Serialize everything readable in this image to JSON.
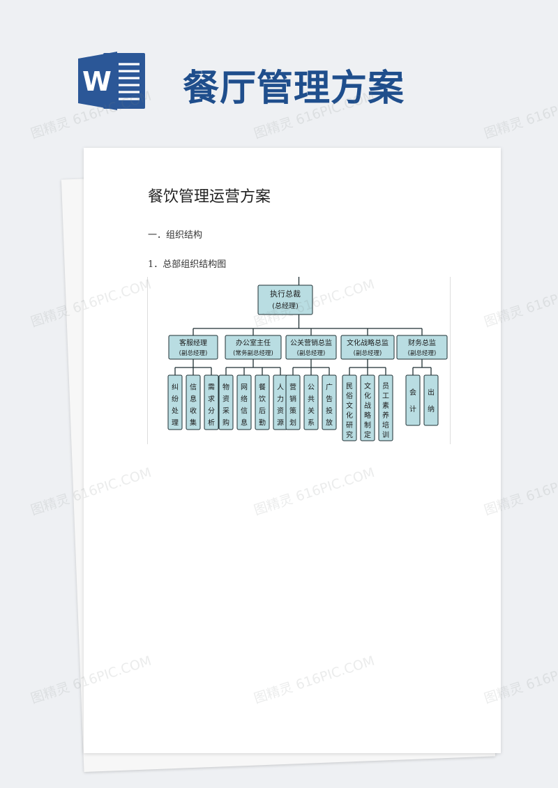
{
  "header": {
    "logo_icon": "word-document-icon",
    "logo_letter": "W",
    "title": "餐厅管理方案"
  },
  "document": {
    "heading": "餐饮管理运营方案",
    "section_1": "一．组织结构",
    "subsection_1": "1．总部组织结构图"
  },
  "org_chart": {
    "root": {
      "title": "执行总裁",
      "subtitle": "(总经理)"
    },
    "departments": [
      {
        "title": "客服经理",
        "subtitle": "(副总经理)",
        "units": [
          "纠纷处理",
          "信息收集",
          "需求分析"
        ]
      },
      {
        "title": "办公室主任",
        "subtitle": "(常务副总经理)",
        "units": [
          "物资采购",
          "网络信息",
          "餐饮后勤",
          "人力资源"
        ]
      },
      {
        "title": "公关营销总监",
        "subtitle": "(副总经理)",
        "units": [
          "营销策划",
          "公共关系",
          "广告投放"
        ]
      },
      {
        "title": "文化战略总监",
        "subtitle": "(副总经理)",
        "units": [
          "民俗文化研究",
          "文化战略制定",
          "员工素养培训"
        ]
      },
      {
        "title": "财务总监",
        "subtitle": "(副总经理)",
        "units": [
          "会计",
          "出纳"
        ]
      }
    ]
  },
  "watermark": "图精灵 616PIC.COM",
  "colors": {
    "title_blue": "#1f4e8c",
    "logo_blue": "#2b5797",
    "node_fill": "#b9dde2",
    "node_border": "#1e2f33"
  }
}
